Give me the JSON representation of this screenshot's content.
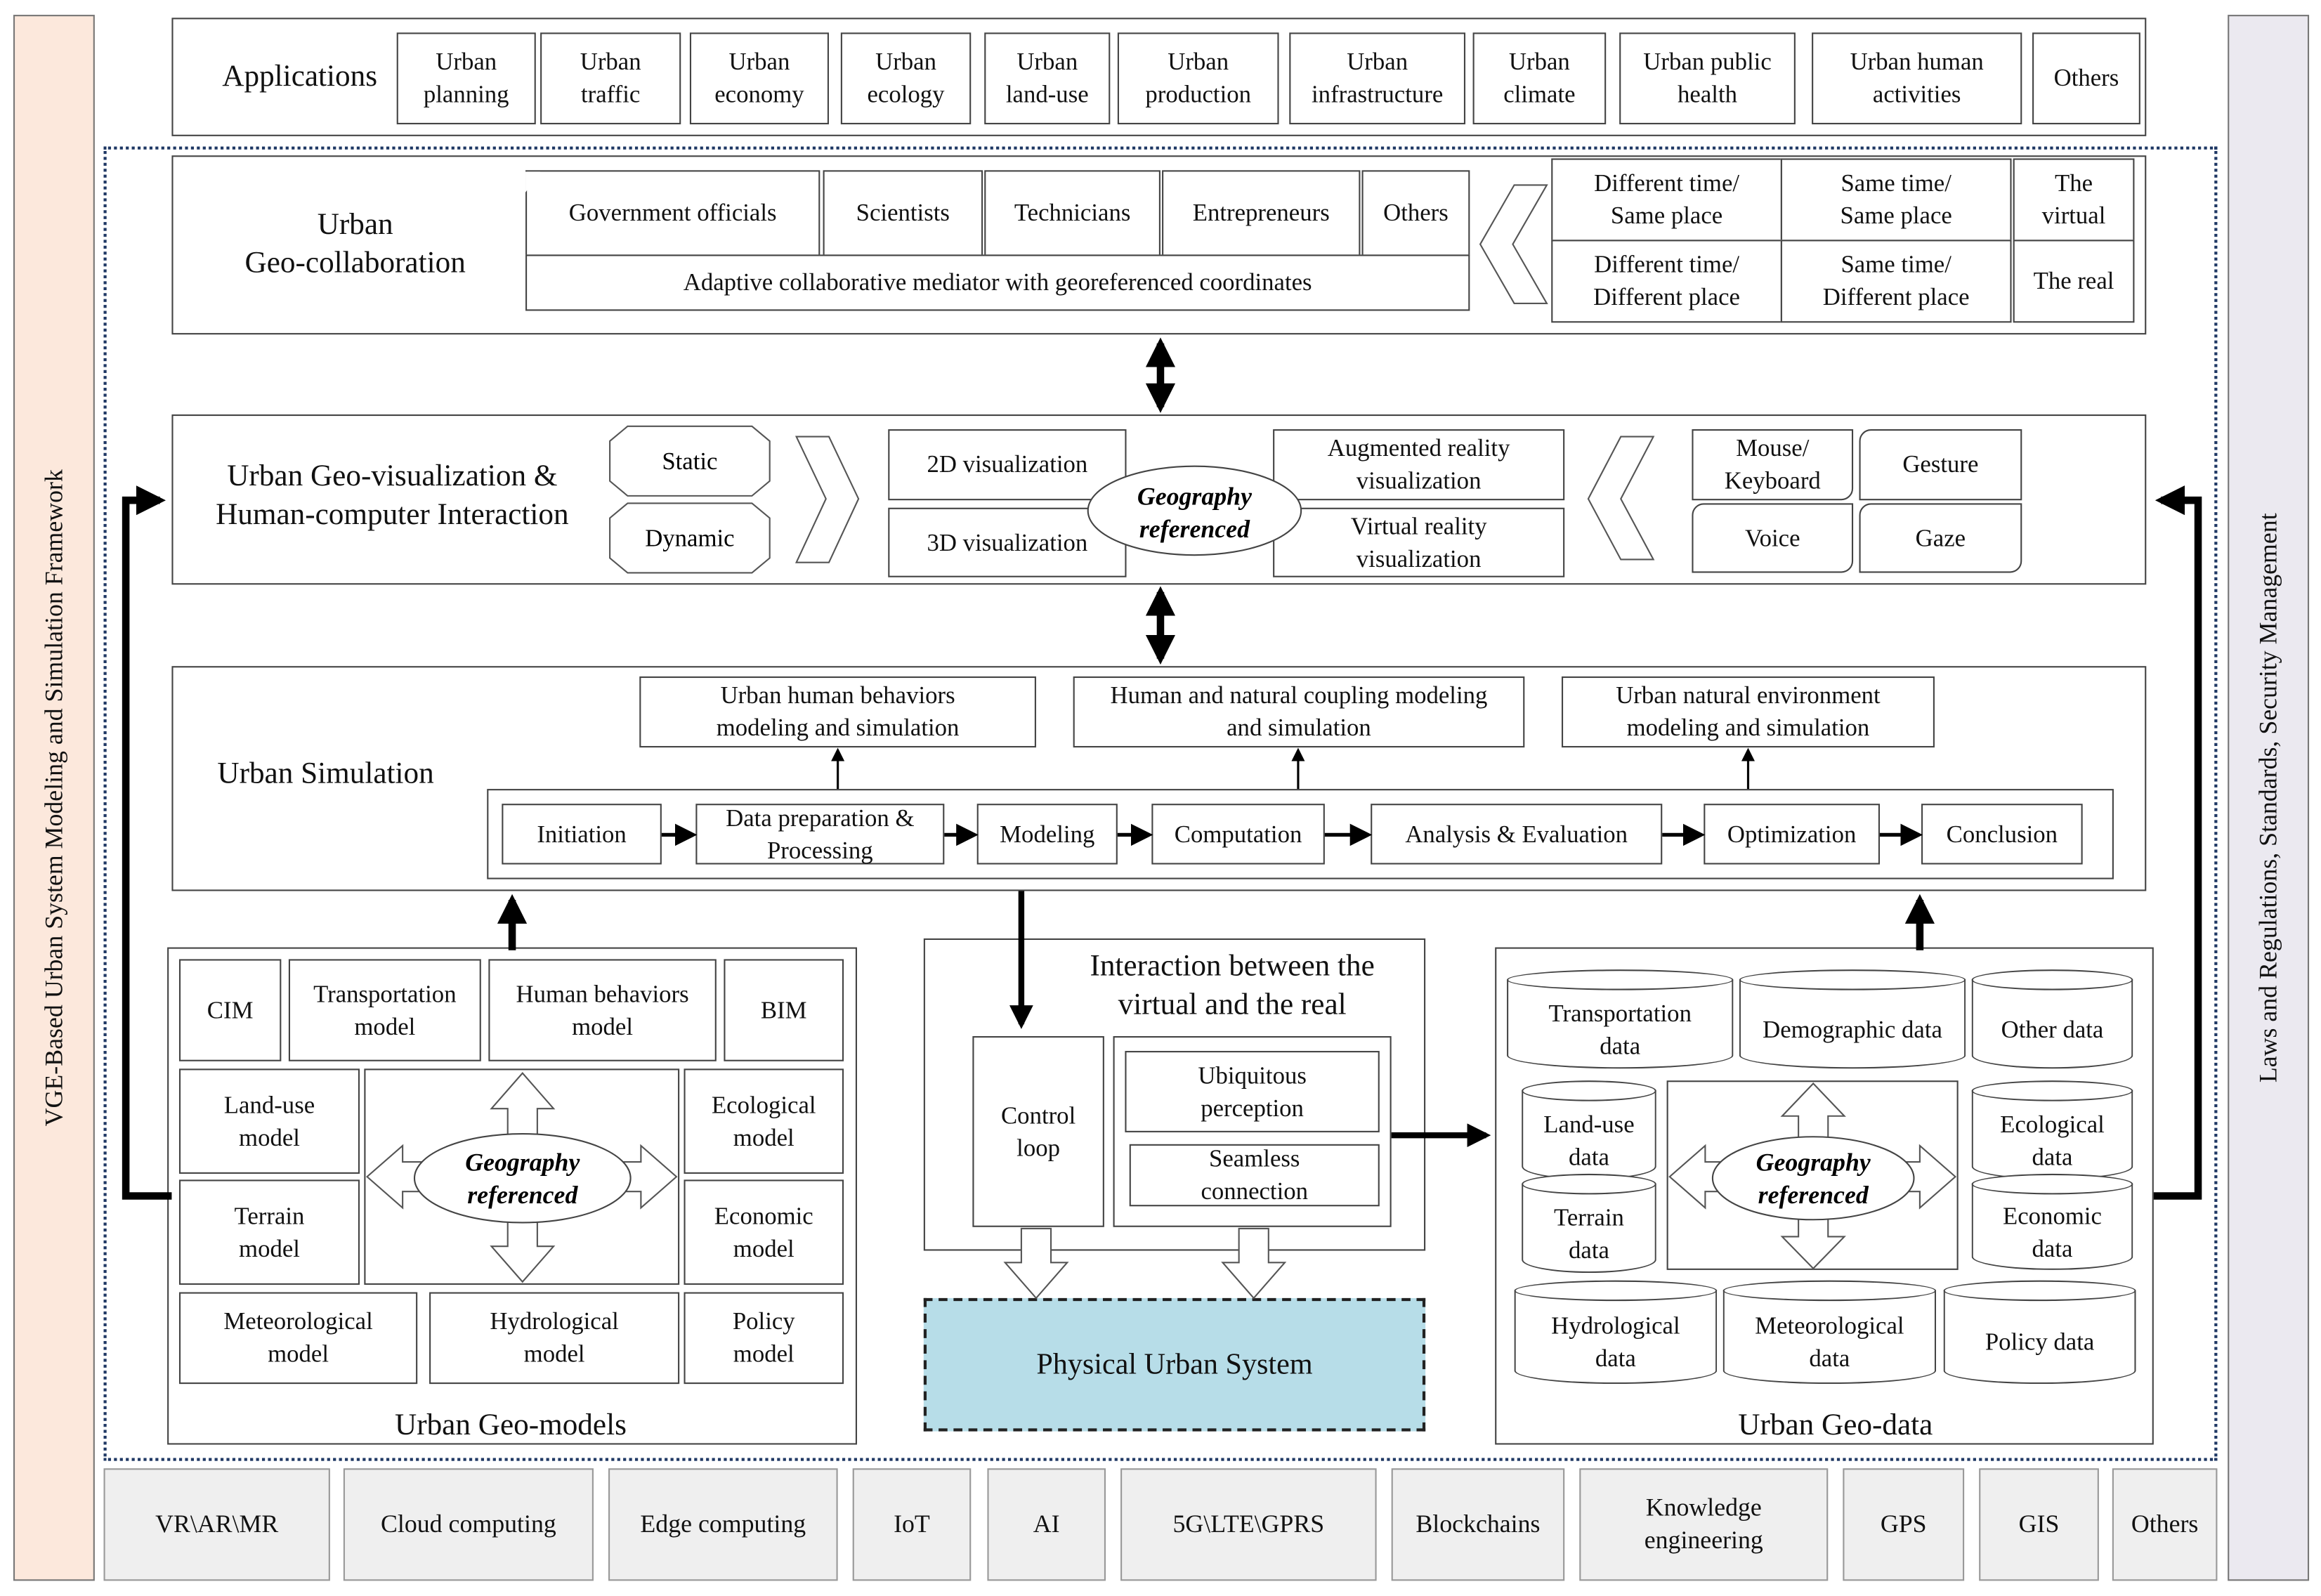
{
  "left_bar": {
    "label": "VGE-Based Urban System Modeling and Simulation Framework",
    "color": "#fce8dc"
  },
  "right_bar": {
    "label": "Laws and Regulations, Standards, Security Management",
    "color": "#ebe9f0"
  },
  "applications": {
    "title": "Applications",
    "items": [
      "Urban\nplanning",
      "Urban\ntraffic",
      "Urban\neconomy",
      "Urban\necology",
      "Urban\nland-use",
      "Urban\nproduction",
      "Urban\ninfrastructure",
      "Urban\nclimate",
      "Urban public\nhealth",
      "Urban human\nactivities",
      "Others"
    ]
  },
  "collaboration": {
    "title": "Urban\nGeo-collaboration",
    "actors": [
      "Government officials",
      "Scientists",
      "Technicians",
      "Entrepreneurs",
      "Others"
    ],
    "mediator": "Adaptive collaborative mediator with georeferenced coordinates",
    "modes": [
      [
        "Different time/\nSame place",
        "Same time/\nSame place",
        "The\nvirtual"
      ],
      [
        "Different time/\nDifferent place",
        "Same time/\nDifferent place",
        "The real"
      ]
    ]
  },
  "visualization": {
    "title": "Urban Geo-visualization &\nHuman-computer Interaction",
    "types": [
      "Static",
      "Dynamic"
    ],
    "dims": [
      "2D visualization",
      "3D visualization"
    ],
    "center": "Geography\nreferenced",
    "realities": [
      "Augmented reality\nvisualization",
      "Virtual reality\nvisualization"
    ],
    "inputs": [
      "Mouse/\nKeyboard",
      "Gesture",
      "Voice",
      "Gaze"
    ]
  },
  "simulation": {
    "title": "Urban Simulation",
    "outputs": [
      "Urban human behaviors\nmodeling and simulation",
      "Human and natural coupling modeling\nand simulation",
      "Urban natural environment\nmodeling and simulation"
    ],
    "steps": [
      "Initiation",
      "Data preparation &\nProcessing",
      "Modeling",
      "Computation",
      "Analysis & Evaluation",
      "Optimization",
      "Conclusion"
    ]
  },
  "models": {
    "title": "Urban Geo-models",
    "items": [
      "CIM",
      "Transportation\nmodel",
      "Human behaviors\nmodel",
      "BIM",
      "Land-use\nmodel",
      "Terrain\nmodel",
      "Ecological\nmodel",
      "Economic\nmodel",
      "Meteorological\nmodel",
      "Hydrological\nmodel",
      "Policy\nmodel"
    ],
    "center": "Geography\nreferenced"
  },
  "interaction": {
    "title": "Interaction between the\nvirtual and the real",
    "control": "Control\nloop",
    "perception": "Ubiquitous\nperception",
    "connection": "Seamless\nconnection",
    "physical": "Physical Urban System",
    "physical_color": "#b7dde8"
  },
  "data": {
    "title": "Urban Geo-data",
    "items": [
      "Transportation\ndata",
      "Demographic data",
      "Other data",
      "Land-use\ndata",
      "Terrain\ndata",
      "Ecological\ndata",
      "Economic\ndata",
      "Hydrological\ndata",
      "Meteorological\ndata",
      "Policy data"
    ],
    "center": "Geography\nreferenced"
  },
  "technologies": [
    "VR\\AR\\MR",
    "Cloud computing",
    "Edge computing",
    "IoT",
    "AI",
    "5G\\LTE\\GPRS",
    "Blockchains",
    "Knowledge\nengineering",
    "GPS",
    "GIS",
    "Others"
  ],
  "frame_color": "#1f3864"
}
